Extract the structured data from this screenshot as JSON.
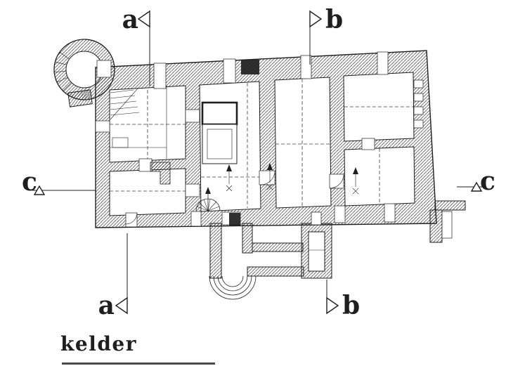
{
  "labels": {
    "caption": "kelder",
    "section_a_top": "a",
    "section_b_top": "b",
    "section_a_bottom": "a",
    "section_b_bottom": "b",
    "section_c_left": "c",
    "section_c_right": "c"
  },
  "colors": {
    "ink": "#1f1f1f",
    "paper": "#ffffff"
  }
}
